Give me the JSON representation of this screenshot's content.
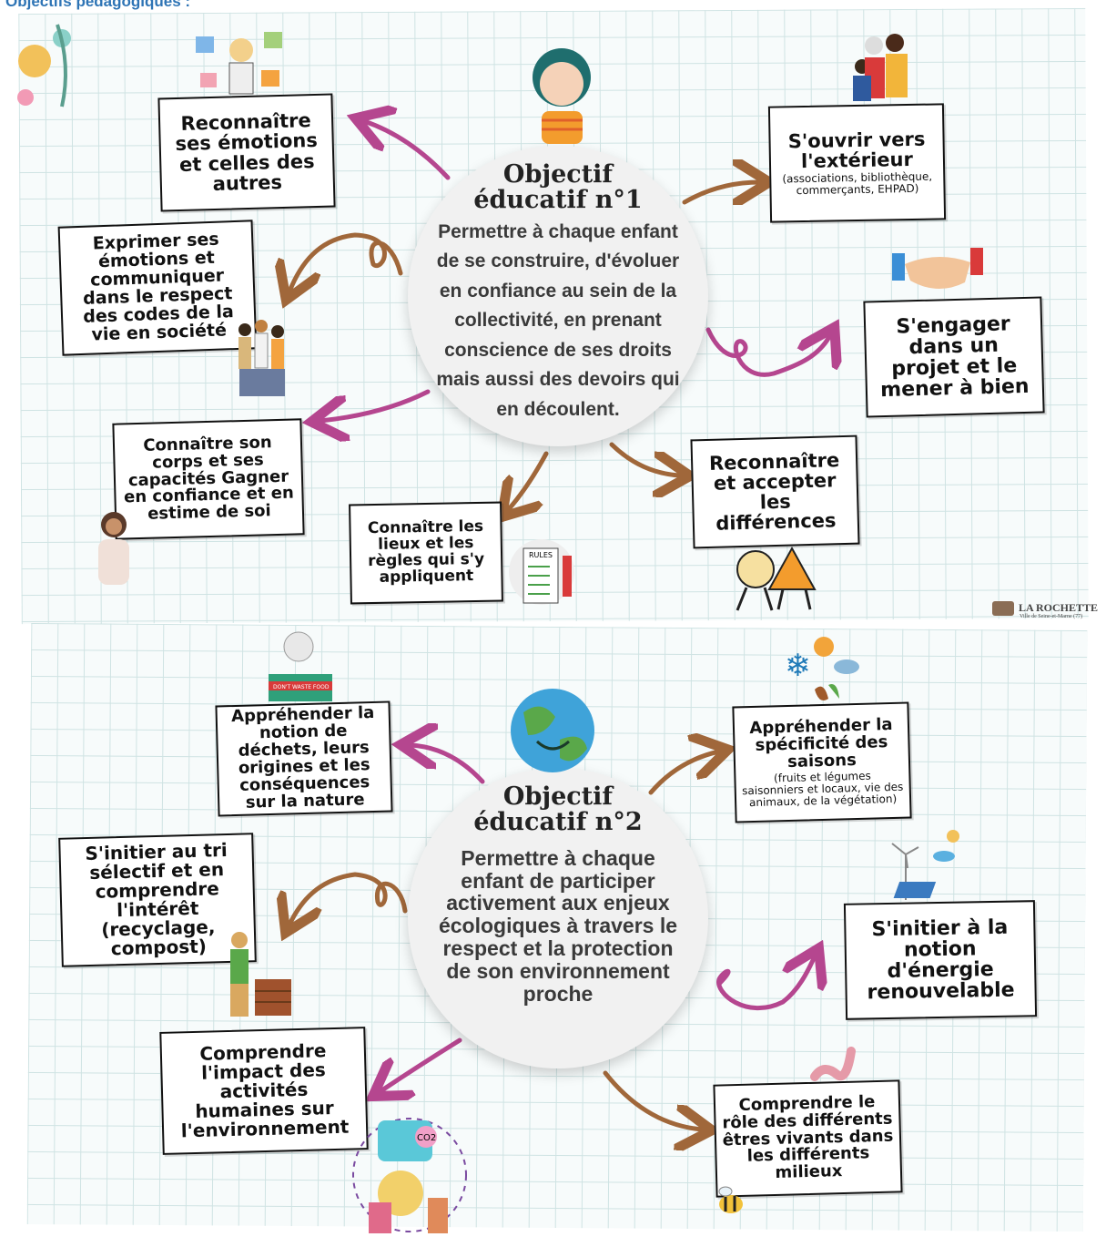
{
  "header": "Objectifs pédagogiques :",
  "logo": {
    "name": "LA ROCHETTE",
    "subtitle": "Ville de Seine-et-Marne (77)"
  },
  "objective1": {
    "title_line1": "Objectif",
    "title_line2": "éducatif n°1",
    "body": "Permettre à chaque enfant de se construire, d'évoluer en confiance au sein de la collectivité, en prenant conscience de ses droits mais aussi des devoirs qui en découlent.",
    "boxes": [
      {
        "text": "Reconnaître ses émotions et celles des autres",
        "sub": ""
      },
      {
        "text": "S'ouvrir vers l'extérieur",
        "sub": "(associations, bibliothèque, commerçants, EHPAD)"
      },
      {
        "text": "Exprimer ses émotions et communiquer dans le respect des codes de la vie en société",
        "sub": ""
      },
      {
        "text": "S'engager dans un projet et le mener à bien",
        "sub": ""
      },
      {
        "text": "Connaître son corps et ses capacités Gagner en confiance et en estime de soi",
        "sub": ""
      },
      {
        "text": "Reconnaître et accepter les différences",
        "sub": ""
      },
      {
        "text": "Connaître les lieux et les règles qui s'y appliquent",
        "sub": ""
      }
    ],
    "rules_sign": "RULES"
  },
  "objective2": {
    "title_line1": "Objectif",
    "title_line2": "éducatif n°2",
    "body": "Permettre à chaque enfant de participer activement aux enjeux écologiques à travers le respect et la protection de son environnement proche",
    "boxes": [
      {
        "text": "Appréhender la notion de déchets, leurs origines et les conséquences sur la nature",
        "sub": ""
      },
      {
        "text": "Appréhender la spécificité des saisons",
        "sub": "(fruits et légumes saisonniers et locaux, vie des animaux, de la végétation)"
      },
      {
        "text": "S'initier au tri sélectif et en comprendre l'intérêt (recyclage, compost)",
        "sub": ""
      },
      {
        "text": "S'initier à la notion d'énergie renouvelable",
        "sub": ""
      },
      {
        "text": "Comprendre l'impact des activités humaines sur l'environnement",
        "sub": ""
      },
      {
        "text": "Comprendre le rôle des différents êtres vivants dans les différents milieux",
        "sub": ""
      }
    ],
    "food_sign": "DON'T WASTE FOOD",
    "co2_label": "CO2"
  },
  "colors": {
    "brown": "#a0673a",
    "pink": "#b5468f",
    "header_blue": "#2e74b5"
  }
}
